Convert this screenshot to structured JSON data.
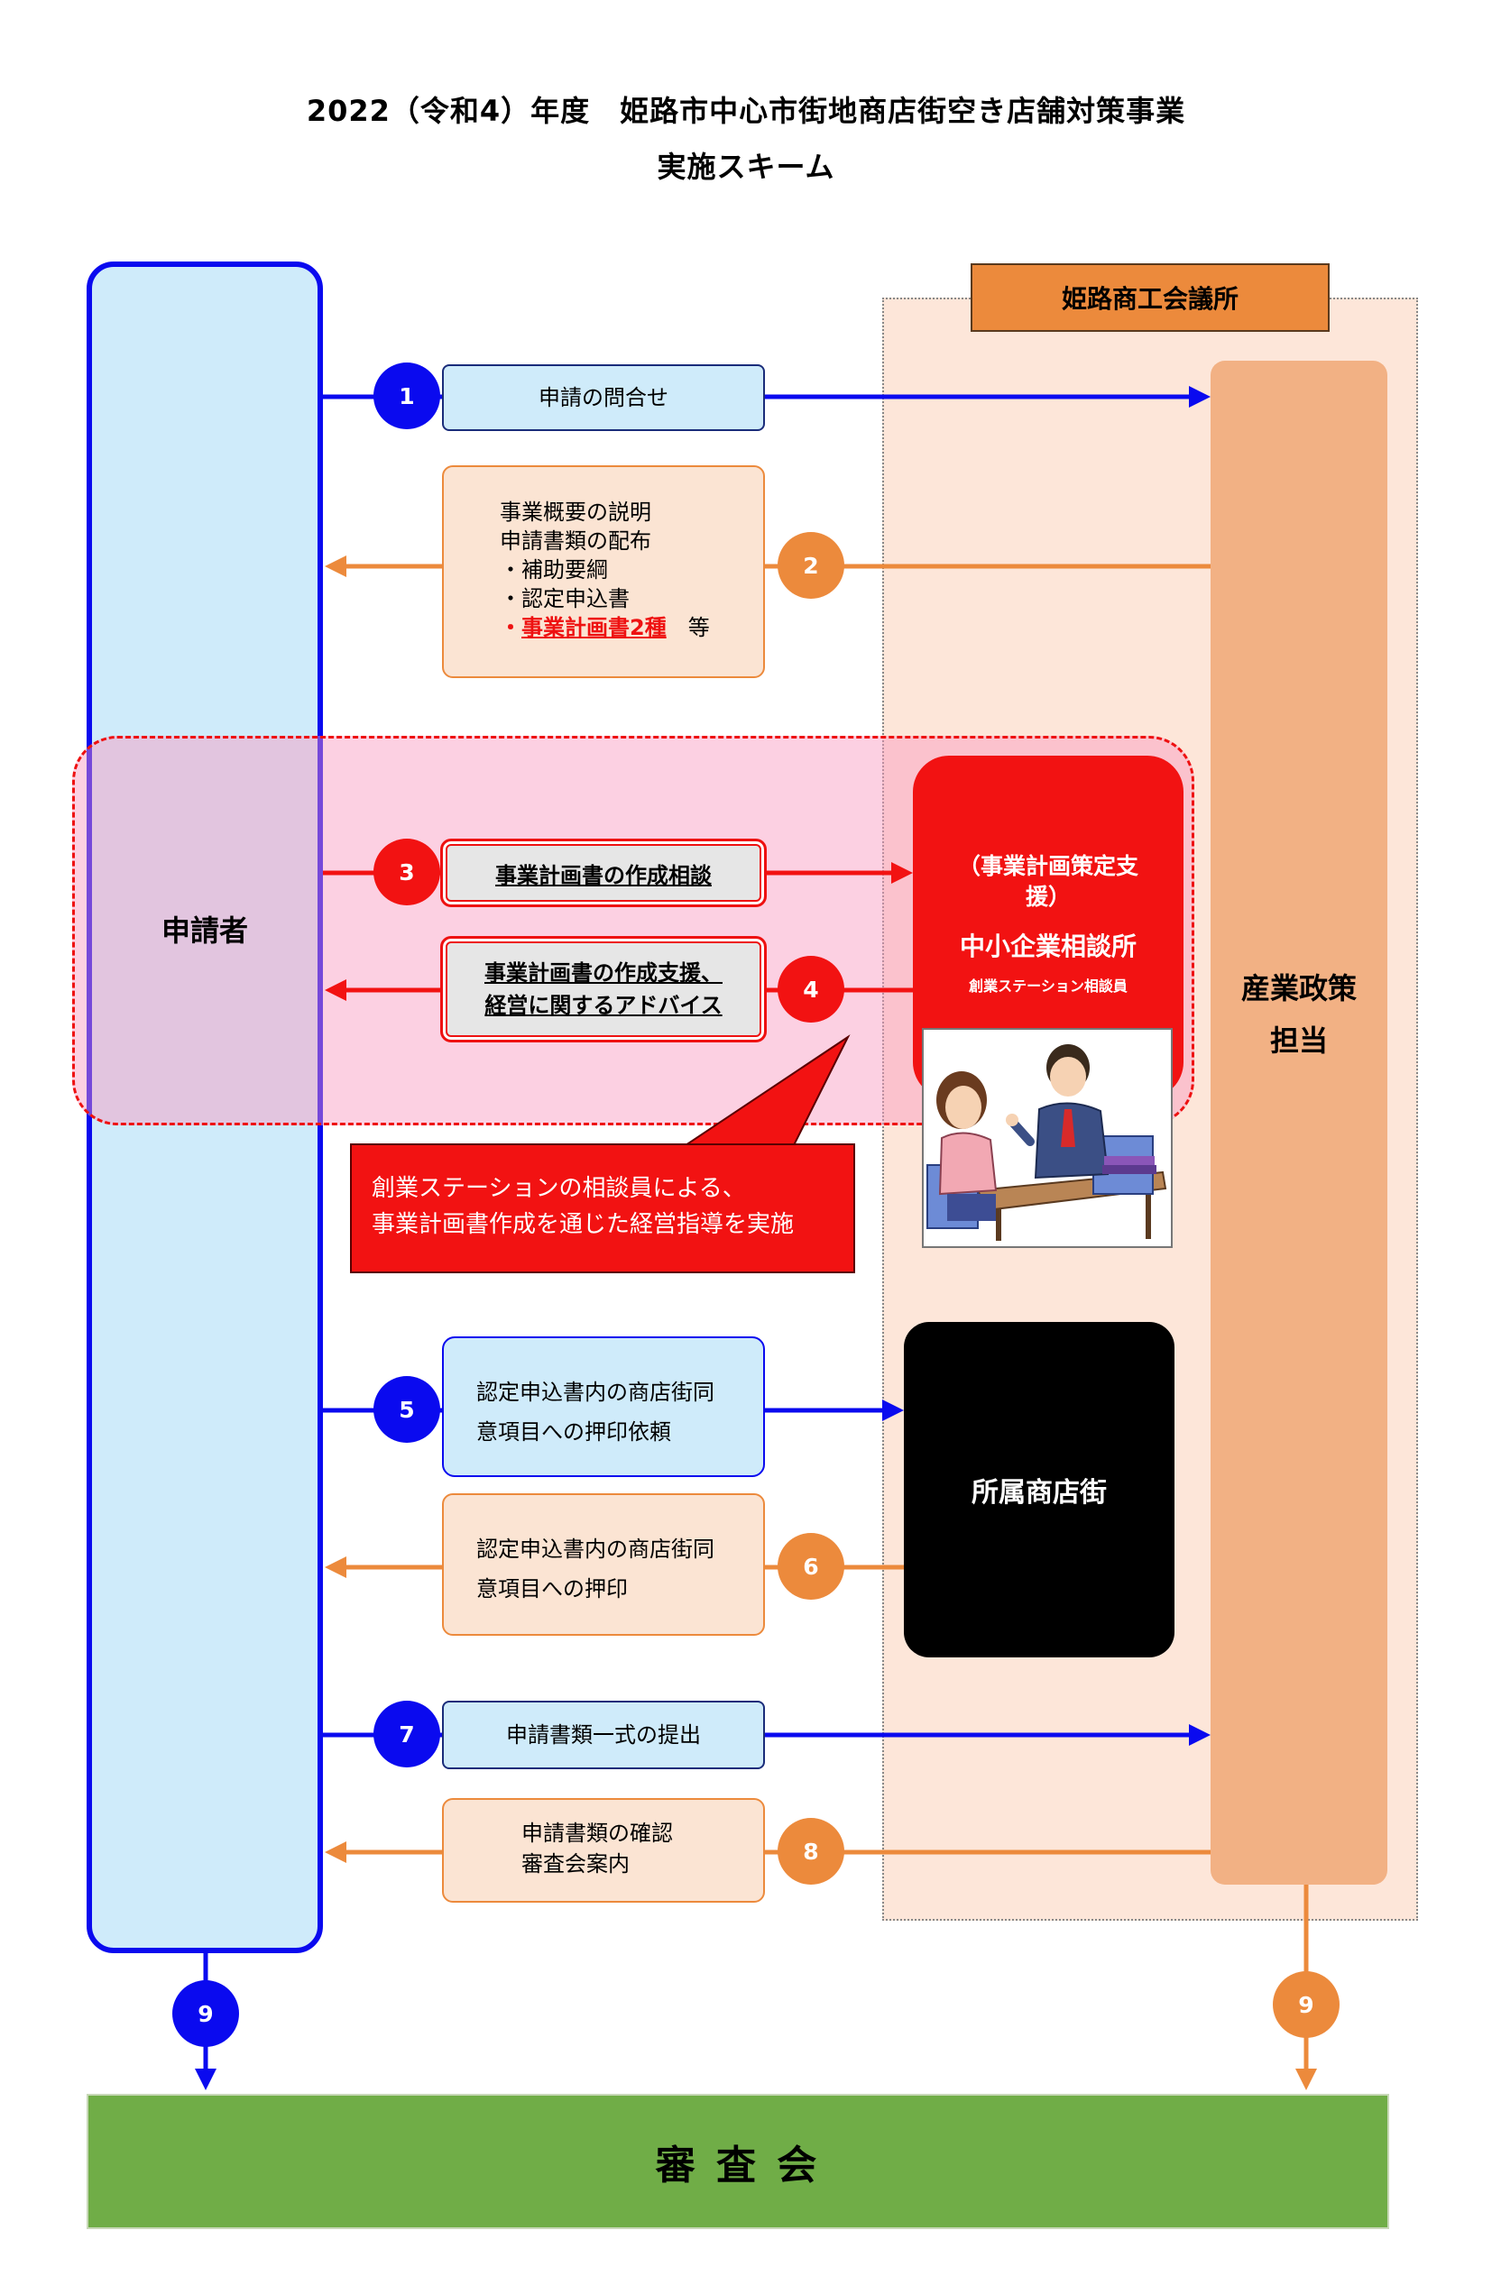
{
  "title": {
    "line1": "2022（令和4）年度　姫路市中心市街地商店街空き店舗対策事業",
    "line2": "実施スキーム"
  },
  "applicant": {
    "label": "申請者"
  },
  "cci": {
    "header": "姫路商工会議所",
    "dept_line1": "産業政策",
    "dept_line2": "担当"
  },
  "consult": {
    "line1": "（事業計画策定支",
    "line2": "援）",
    "name": "中小企業相談所",
    "sub": "創業ステーション相談員",
    "illustration": "consultation-illustration"
  },
  "callout": {
    "line1": "創業ステーションの相談員による、",
    "line2": "事業計画書作成を通じた経営指導を実施"
  },
  "shopping_street": {
    "label": "所属商店街"
  },
  "committee": {
    "label": "審 査 会"
  },
  "steps": [
    {
      "num": "1",
      "lines": [
        "申請の問合せ"
      ]
    },
    {
      "num": "2",
      "lines": [
        "事業概要の説明",
        "申請書類の配布",
        "・補助要綱",
        "・認定申込書"
      ],
      "highlight_prefix": "・",
      "highlight": "事業計画書2種",
      "suffix": "　等"
    },
    {
      "num": "3",
      "lines": [
        "事業計画書の作成相談"
      ]
    },
    {
      "num": "4",
      "lines": [
        "事業計画書の作成支援、",
        "経営に関するアドバイス"
      ]
    },
    {
      "num": "5",
      "lines": [
        "認定申込書内の商店街同",
        "意項目への押印依頼"
      ]
    },
    {
      "num": "6",
      "lines": [
        "認定申込書内の商店街同",
        "意項目への押印"
      ]
    },
    {
      "num": "7",
      "lines": [
        "申請書類一式の提出"
      ]
    },
    {
      "num": "8",
      "lines": [
        "申請書類の確認",
        "審査会案内"
      ]
    },
    {
      "num": "9",
      "lines": []
    }
  ],
  "colors": {
    "blue": "#0a0aef",
    "orange": "#ec8a3c",
    "red": "#f21212",
    "light_blue": "#cfebfa",
    "peach": "#fbe4d3",
    "salmon": "#f2b184",
    "green": "#70ad47"
  }
}
